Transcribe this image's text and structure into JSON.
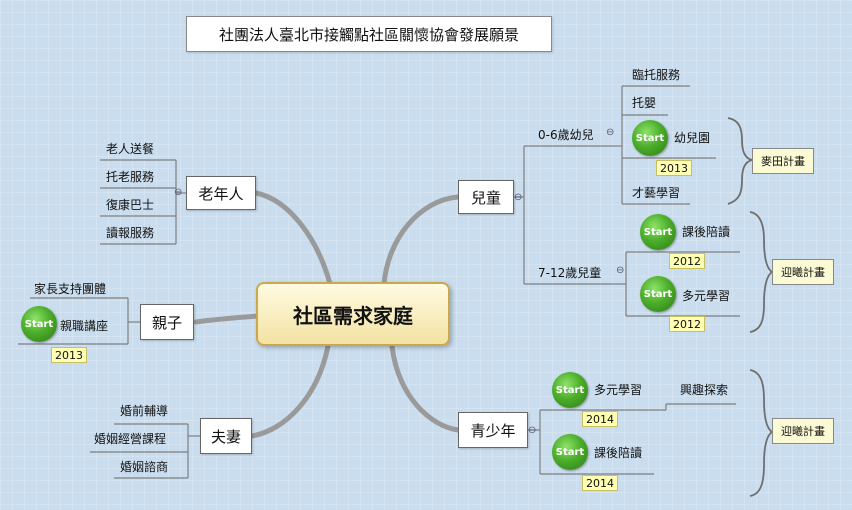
{
  "title": "社團法人臺北市接觸點社區關懷協會發展願景",
  "central": "社區需求家庭",
  "branches": {
    "elderly": {
      "label": "老年人",
      "items": [
        "老人送餐",
        "托老服務",
        "復康巴士",
        "讀報服務"
      ]
    },
    "parent_child": {
      "label": "親子",
      "items": [
        "家長支持團體",
        "親職講座"
      ],
      "start_year": "2013"
    },
    "couple": {
      "label": "夫妻",
      "items": [
        "婚前輔導",
        "婚姻經營課程",
        "婚姻諮商"
      ]
    },
    "children": {
      "label": "兒童",
      "age_0_6": {
        "label": "0-6歲幼兒",
        "items": [
          "臨托服務",
          "托嬰",
          "幼兒園",
          "才藝學習"
        ],
        "start_year": "2013",
        "plan": "麥田計畫"
      },
      "age_7_12": {
        "label": "7-12歲兒童",
        "items": [
          "課後陪讀",
          "多元學習"
        ],
        "years": [
          "2012",
          "2012"
        ],
        "plan": "迎曦計畫"
      }
    },
    "youth": {
      "label": "青少年",
      "items": [
        "多元學習",
        "課後陪讀"
      ],
      "sub_item": "興趣探索",
      "years": [
        "2014",
        "2014"
      ],
      "plan": "迎曦計畫"
    }
  },
  "start_label": "Start",
  "toggle_glyph": "⊖",
  "colors": {
    "background": "#c9ddef",
    "central_fill": "#f3e2a2",
    "central_border": "#caa84e",
    "start_green": "#4cae2a",
    "year_tag": "#ffffb4",
    "connector": "#8f8f8f"
  }
}
